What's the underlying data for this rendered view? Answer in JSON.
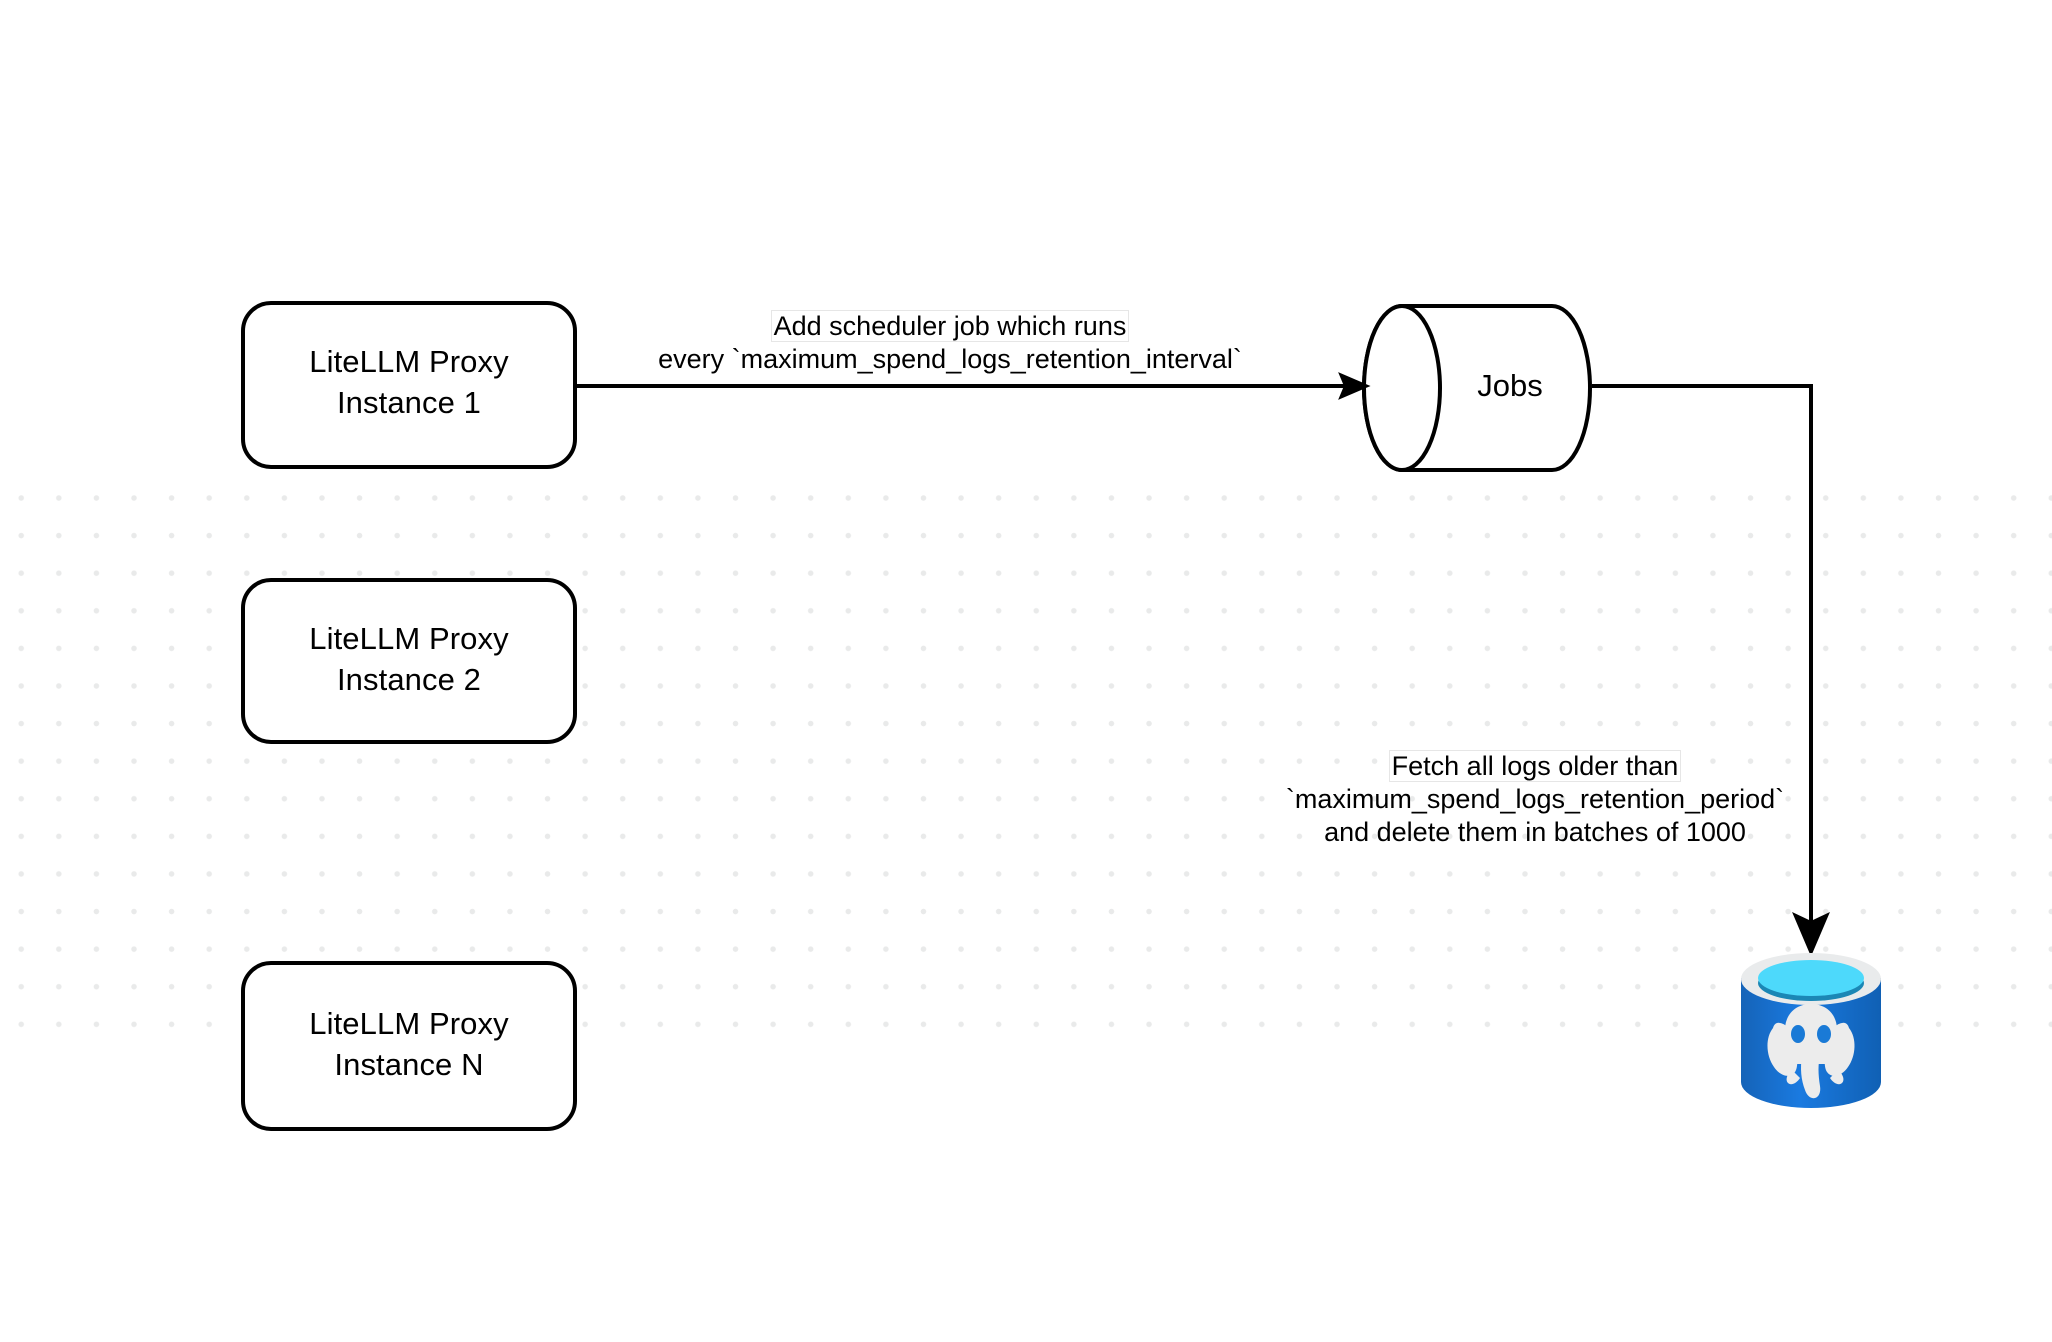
{
  "diagram": {
    "type": "flow-diagram",
    "background": {
      "color": "#ffffff",
      "grid": "dot-grid",
      "dot_color": "#e9eaea"
    },
    "nodes": [
      {
        "id": "proxy-1",
        "shape": "rounded-rectangle",
        "line1": "LiteLLM Proxy",
        "line2": "Instance 1",
        "text": "LiteLLM Proxy\nInstance 1"
      },
      {
        "id": "proxy-2",
        "shape": "rounded-rectangle",
        "line1": "LiteLLM Proxy",
        "line2": "Instance 2",
        "text": "LiteLLM Proxy\nInstance 2"
      },
      {
        "id": "proxy-n",
        "shape": "rounded-rectangle",
        "line1": "LiteLLM Proxy",
        "line2": "Instance N",
        "text": "LiteLLM Proxy\nInstance N"
      },
      {
        "id": "jobs",
        "shape": "cylinder",
        "label": "Jobs"
      },
      {
        "id": "postgres",
        "shape": "database-icon",
        "icon": "postgresql-database-icon",
        "colors": {
          "body": "#1a6fc4",
          "body_light": "#1278d4",
          "rim": "#e8eaec",
          "liquid": "#4fd8f8",
          "liquid_shadow": "#1a84b0",
          "elephant": "#ececec"
        }
      }
    ],
    "edges": [
      {
        "id": "edge-proxy1-jobs",
        "from": "proxy-1",
        "to": "jobs",
        "label_line1": "Add scheduler job which runs",
        "label_line2": "every `maximum_spend_logs_retention_interval`"
      },
      {
        "id": "edge-jobs-postgres",
        "from": "jobs",
        "to": "postgres",
        "label_line1": "Fetch all logs older than",
        "label_line2": "`maximum_spend_logs_retention_period`",
        "label_line3": "and delete them in batches of 1000"
      }
    ]
  }
}
